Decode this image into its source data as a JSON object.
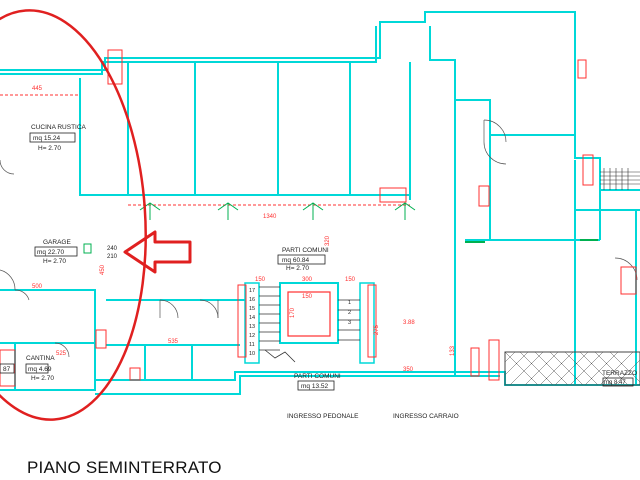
{
  "sheet_title": "PIANO SEMINTERRATO",
  "colors": {
    "wall": "#00e0e0",
    "dim": "#ff3030",
    "tag": "#00b050",
    "ink": "#222222",
    "highlight": "#e02020"
  },
  "rooms": {
    "cucina": {
      "name": "CUCINA RUSTICA",
      "area": "mq 15.24",
      "height": "H= 2.70"
    },
    "garage": {
      "name": "GARAGE",
      "area": "mq 22.70",
      "height": "H= 2.70"
    },
    "cantina": {
      "name": "CANTINA",
      "area": "mq 4.69",
      "height": "H= 2.70"
    },
    "parti_comuni": {
      "name": "PARTI COMUNI",
      "area": "mq 60.84",
      "height": "H= 2.70"
    },
    "parti_comuni_2": {
      "name": "PARTI COMUNI",
      "area": "mq 13.52"
    },
    "terrazzo": {
      "name": "TERRAZZO",
      "area": "mq 8.47"
    },
    "left_stub": {
      "area": "87"
    }
  },
  "labels": {
    "ingresso_pedonale": "INGRESSO PEDONALE",
    "ingresso_carraio": "INGRESSO CARRAIO"
  },
  "dimensions": {
    "d445": "445",
    "d1340": "1340",
    "d500": "500",
    "d525": "525",
    "d535": "535",
    "d240": "240",
    "d210": "210",
    "d450": "450",
    "d150a": "150",
    "d300": "300",
    "d150b": "150",
    "d150c": "150",
    "d170": "170",
    "d275": "275",
    "d388": "3.88",
    "d350": "350",
    "d133": "133",
    "d320": "320"
  },
  "stair_steps": [
    "17",
    "16",
    "15",
    "14",
    "13",
    "12",
    "11",
    "10",
    "1",
    "2",
    "3"
  ]
}
